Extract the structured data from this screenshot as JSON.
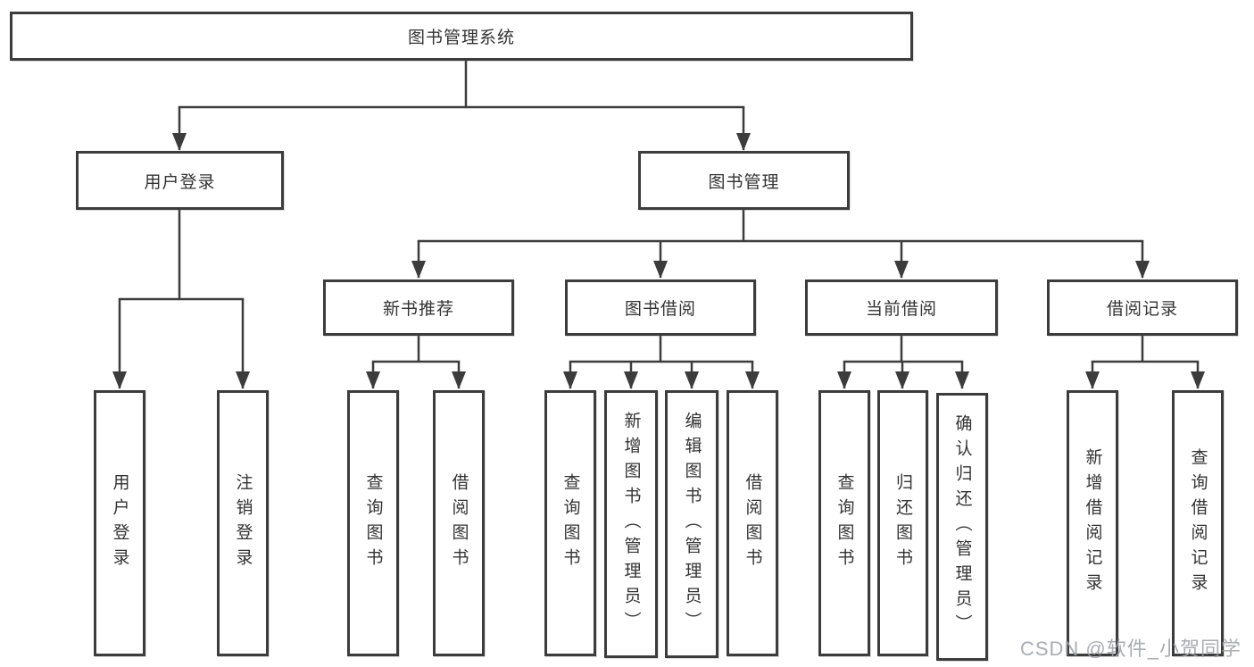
{
  "diagram_title": "图书管理系统",
  "tree": {
    "root": {
      "label": "图书管理系统"
    },
    "branches": [
      {
        "label": "用户登录",
        "children": [
          {
            "label": "用户登录"
          },
          {
            "label": "注销登录"
          }
        ]
      },
      {
        "label": "图书管理",
        "children": [
          {
            "label": "新书推荐",
            "children": [
              {
                "label": "查询图书"
              },
              {
                "label": "借阅图书"
              }
            ]
          },
          {
            "label": "图书借阅",
            "children": [
              {
                "label": "查询图书"
              },
              {
                "label": "新增图书（管理员）"
              },
              {
                "label": "编辑图书（管理员）"
              },
              {
                "label": "借阅图书"
              }
            ]
          },
          {
            "label": "当前借阅",
            "children": [
              {
                "label": "查询图书"
              },
              {
                "label": "归还图书"
              },
              {
                "label": "确认归还（管理员）"
              }
            ]
          },
          {
            "label": "借阅记录",
            "children": [
              {
                "label": "新增借阅记录"
              },
              {
                "label": "查询借阅记录"
              }
            ]
          }
        ]
      }
    ]
  },
  "watermark": "CSDN @软件_小贺同学",
  "colors": {
    "line": "#3c3c3c",
    "box_border": "#3c3c3c",
    "text": "#333333",
    "background": "#ffffff",
    "watermark": "#a0a3aa"
  }
}
